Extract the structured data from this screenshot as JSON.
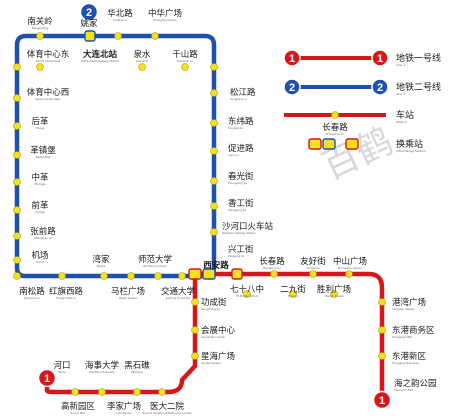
{
  "colors": {
    "line2": "#1f4fb0",
    "line1": "#d8161a",
    "station": "#f2e21e",
    "station_stroke": "#a99a00",
    "watermark": "#d8d8d8"
  },
  "watermark": "百鹤",
  "line2_badge": "2",
  "line1_badge": "1",
  "line2_stations": [
    {
      "name": "姚家",
      "sub": ""
    },
    {
      "name": "南关岭",
      "sub": "Nanguanling"
    },
    {
      "name": "华北路",
      "sub": "Huabei Lu"
    },
    {
      "name": "中华广场",
      "sub": "Zhonghua Square"
    },
    {
      "name": "体育中心东",
      "sub": "Sports Center East"
    },
    {
      "name": "大连北站",
      "sub": "Dalian North Railway Station"
    },
    {
      "name": "泉水",
      "sub": "Quanshui"
    },
    {
      "name": "千山路",
      "sub": "Qianshan Lu"
    },
    {
      "name": "体育中心西",
      "sub": "Sports Center West"
    },
    {
      "name": "后革",
      "sub": "Houge"
    },
    {
      "name": "革镇堡",
      "sub": "Gezhenbao"
    },
    {
      "name": "中革",
      "sub": "Zhongge"
    },
    {
      "name": "前革",
      "sub": "Qiange"
    },
    {
      "name": "张前路",
      "sub": "Zhangqian Lu"
    },
    {
      "name": "机场",
      "sub": "Airport"
    },
    {
      "name": "松江路",
      "sub": "Songjiang Lu"
    },
    {
      "name": "东纬路",
      "sub": "Dongwei Lu"
    },
    {
      "name": "促进路",
      "sub": "Cujin Lu"
    },
    {
      "name": "春光街",
      "sub": "Chunguang Jie"
    },
    {
      "name": "香工街",
      "sub": "Xianggong Jie"
    },
    {
      "name": "沙河口火车站",
      "sub": "Shahekou Railway Station"
    },
    {
      "name": "兴工街",
      "sub": "Xinggong Jie"
    },
    {
      "name": "南松路",
      "sub": "Nansong Lu"
    },
    {
      "name": "红旗西路",
      "sub": "Hongqi West Lu"
    },
    {
      "name": "湾家",
      "sub": "Wanjia"
    },
    {
      "name": "马栏广场",
      "sub": "Malan Square"
    },
    {
      "name": "师范大学",
      "sub": "Normal University"
    },
    {
      "name": "交通大学",
      "sub": "Jiaotong University"
    },
    {
      "name": "西安路",
      "sub": ""
    }
  ],
  "line1_stations": [
    {
      "name": "长春路",
      "sub": "Changchun Lu"
    },
    {
      "name": "友好街",
      "sub": "Youhao Jie"
    },
    {
      "name": "中山广场",
      "sub": "Zhongshan Square"
    },
    {
      "name": "七十八中",
      "sub": "78 Middle School"
    },
    {
      "name": "二九街",
      "sub": "Erjiu Jie"
    },
    {
      "name": "胜利广场",
      "sub": "Shengli Square"
    },
    {
      "name": "功成街",
      "sub": "Gongcheng Jie"
    },
    {
      "name": "会展中心",
      "sub": "Convention Center"
    },
    {
      "name": "星海广场",
      "sub": "Xinghai Square"
    },
    {
      "name": "港湾广场",
      "sub": "Gangwan Square"
    },
    {
      "name": "东港商务区",
      "sub": "Donggang CBD"
    },
    {
      "name": "东港新区",
      "sub": "Donggang New Area"
    },
    {
      "name": "海之韵公园",
      "sub": "Haizhiyun Park"
    },
    {
      "name": "河口",
      "sub": "Hekou"
    },
    {
      "name": "海事大学",
      "sub": "Maritime University"
    },
    {
      "name": "黑石礁",
      "sub": "Heishijiao"
    },
    {
      "name": "高新园区",
      "sub": "Gaoxin Park"
    },
    {
      "name": "李家广场",
      "sub": "Lijia Square"
    },
    {
      "name": "医大二院",
      "sub": "Second Hospital of Medical University"
    }
  ],
  "legend": {
    "line1": {
      "label": "地铁一号线",
      "sub": "Line 1"
    },
    "line2": {
      "label": "地铁二号线",
      "sub": "Line 2"
    },
    "station": {
      "label": "车站",
      "sub": "Station"
    },
    "sample_station": {
      "label": "长春路",
      "sub": "Changchun Lu"
    },
    "transfer": {
      "label": "换乘站",
      "sub": "Interchange Station"
    }
  }
}
